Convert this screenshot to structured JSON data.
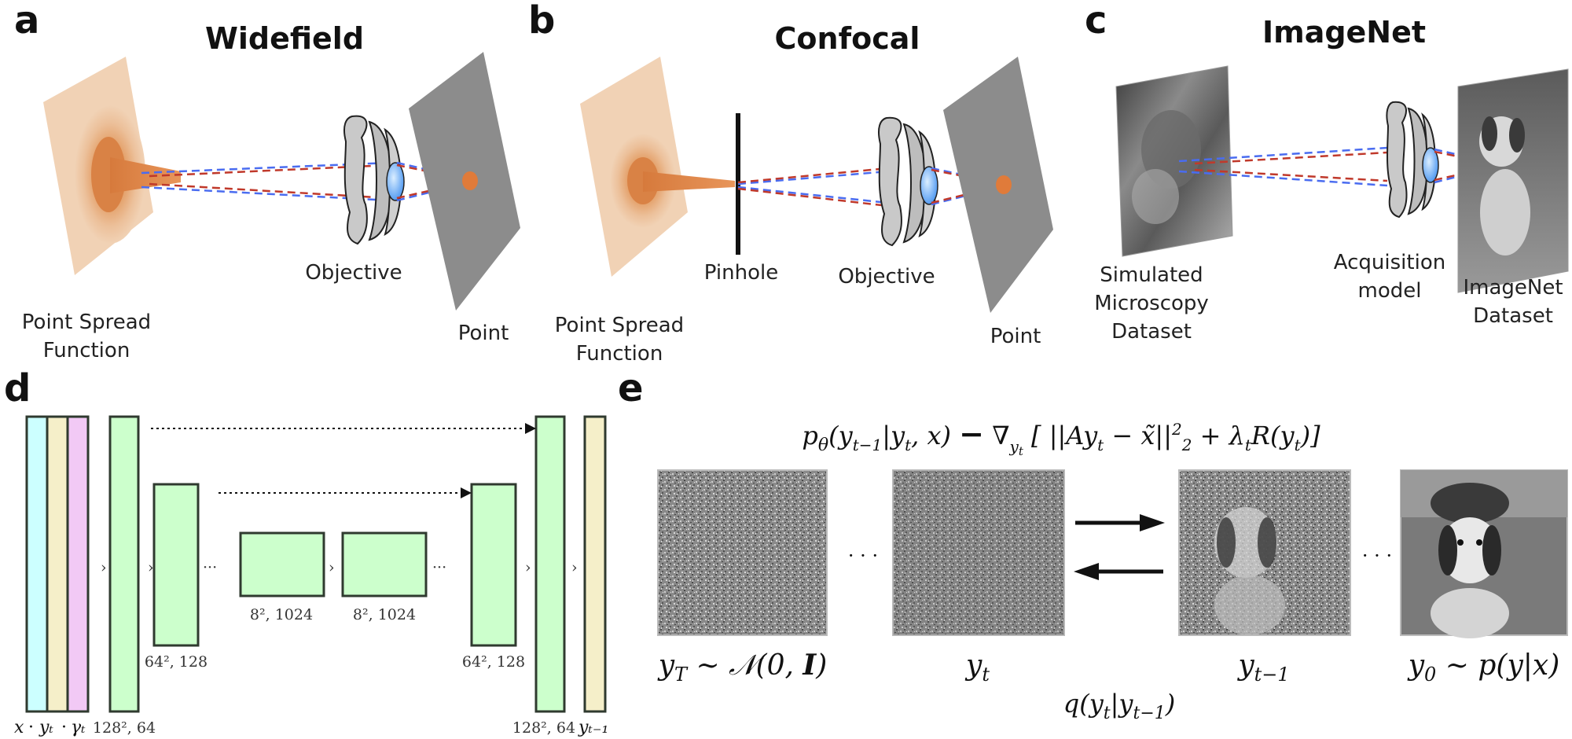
{
  "panels": {
    "a": {
      "letter": "a",
      "title": "Widefield",
      "labels": {
        "psf": [
          "Point Spread",
          "Function"
        ],
        "objective": "Objective",
        "point": "Point"
      }
    },
    "b": {
      "letter": "b",
      "title": "Confocal",
      "labels": {
        "psf": [
          "Point Spread",
          "Function"
        ],
        "pinhole": "Pinhole",
        "objective": "Objective",
        "point": "Point"
      }
    },
    "c": {
      "letter": "c",
      "title": "ImageNet",
      "labels": {
        "simulated": [
          "Simulated",
          "Microscopy",
          "Dataset"
        ],
        "acquisition": [
          "Acquisition",
          "model"
        ],
        "imagenet": [
          "ImageNet",
          "Dataset"
        ]
      }
    },
    "d": {
      "letter": "d",
      "dims": {
        "d1": "128², 64",
        "d2": "64², 128",
        "d3": "8², 1024",
        "d4": "8², 1024",
        "d5": "64², 128",
        "d6": "128², 64"
      },
      "inputs": {
        "x": "x",
        "dot1": "·",
        "yt": "yₜ",
        "dot2": "·",
        "gamma": "γₜ"
      },
      "output": "yₜ₋₁",
      "arrow_glyph": "›",
      "ellipsis": "···"
    },
    "e": {
      "letter": "e",
      "equation": "p_θ(y_{t−1}|y_t, x) − ∇_{y_t} [ ||Ay_t − x̃||²₂ + λ_t R(y_t) ]",
      "eq_parts": {
        "p": "p",
        "theta": "θ",
        "args": "(y",
        "tm1": "t−1",
        "bar": "|y",
        "t1": "t",
        "comma": ", x) ",
        "minus": "−",
        "nabla": " ∇",
        "ysub": "y",
        "tsub": "t",
        "bracket": " [ ||Ay",
        "t2": "t",
        "mx": " − x̃||",
        "sup2": "2",
        "sub2": "2",
        "plus": " + λ",
        "t3": "t",
        "R": "R(y",
        "t4": "t",
        "close": ")]"
      },
      "captions": {
        "yT": "y_T ∼ 𝒩(0, I)",
        "yt": "y_t",
        "ytm1": "y_{t−1}",
        "y0": "y_0 ∼ p(y|x)",
        "q": "q(y_t|y_{t−1})"
      },
      "cap_parts": {
        "yT": {
          "base": "y",
          "sub": "T",
          "rest": " ∼ 𝒩(0, ",
          "bold": "I",
          "end": ")"
        },
        "yt": {
          "base": "y",
          "sub": "t"
        },
        "ytm1": {
          "base": "y",
          "sub": "t−1"
        },
        "y0": {
          "base": "y",
          "sub": "0",
          "rest": " ∼ p(y|x)"
        },
        "q": {
          "a": "q(y",
          "s1": "t",
          "b": "|y",
          "s2": "t−1",
          "c": ")"
        }
      },
      "ellipsis": "· · ·"
    }
  },
  "colors": {
    "psf": "#e0a070",
    "objective": "#c9c9c9",
    "lens": "#5aa7ff",
    "point_plane": "#8c8c8c",
    "ray_red": "#c0392b",
    "ray_blue": "#4a6cf0",
    "block_green": "#ccffcc",
    "block_cyan": "#ccffff",
    "block_beige": "#f5efc9",
    "block_pink": "#f2c9f5"
  }
}
